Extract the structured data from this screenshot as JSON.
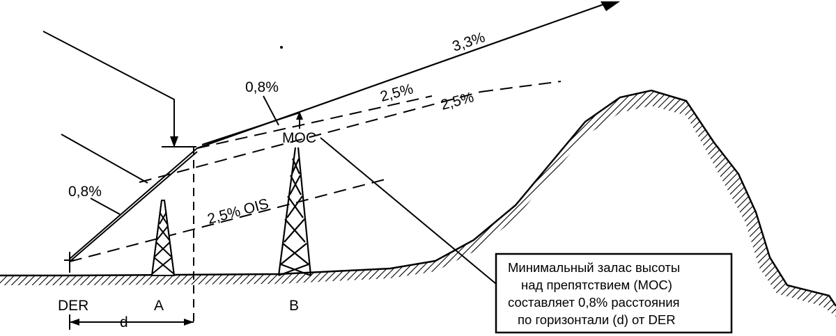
{
  "labels": {
    "slope_3_3": "3,3%",
    "slope_0_8_upper": "0,8%",
    "slope_2_5_upper": "2,5%",
    "slope_2_5_mid": "2,5%",
    "moc": "МОС",
    "slope_0_8_left": "0,8%",
    "ois": "2,5% OIS",
    "der": "DER",
    "obstacle_a": "A",
    "obstacle_b": "B",
    "distance_d": "d"
  },
  "note": {
    "line1": "Минимальный залас высоты",
    "line2": "над препятствием (МОС)",
    "line3": "составляет 0,8% расстояния",
    "line4": "по горизонтали (d) от DER"
  }
}
